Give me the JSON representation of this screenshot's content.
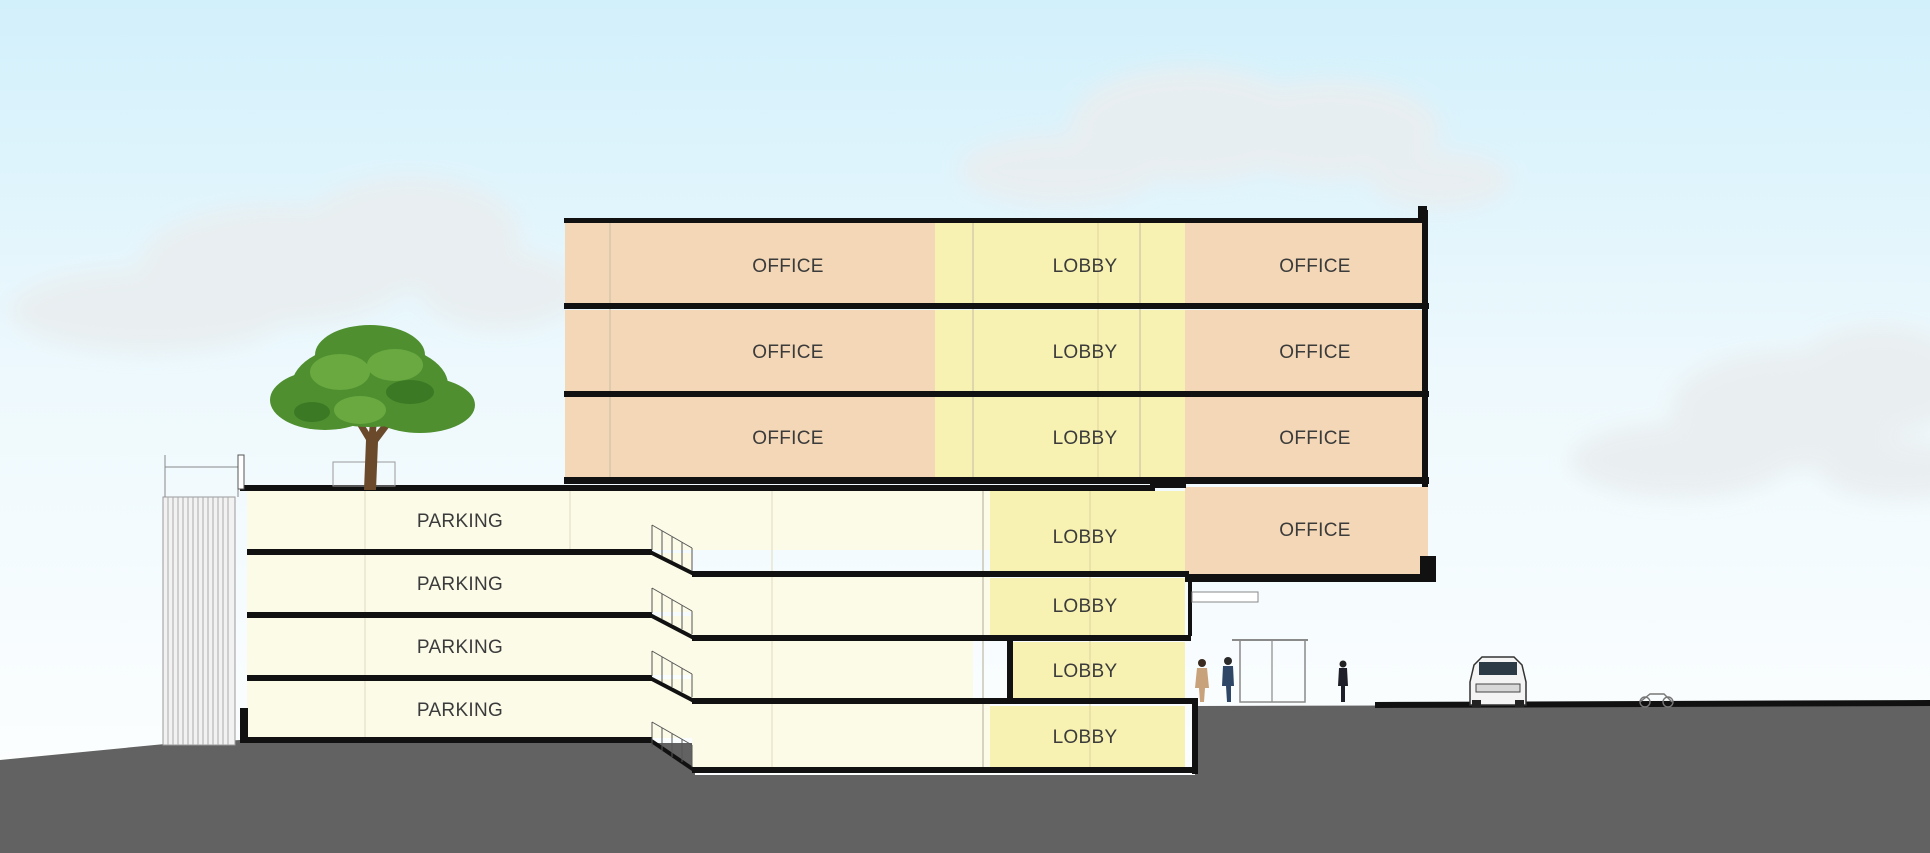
{
  "diagram": {
    "kind": "building-section",
    "colors": {
      "sky_top": "#d2f0fb",
      "sky_bottom": "#ffffff",
      "ground": "#626262",
      "office_fill": "#f3d7b6",
      "lobby_fill": "#f7f1b2",
      "parking_fill": "#fcfbe8",
      "slab": "#111111",
      "tree_foliage": "#4f8f2f"
    },
    "rooms": [
      {
        "id": "office-l3-left",
        "type": "office",
        "label": "OFFICE"
      },
      {
        "id": "lobby-l3",
        "type": "lobby",
        "label": "LOBBY"
      },
      {
        "id": "office-l3-right",
        "type": "office",
        "label": "OFFICE"
      },
      {
        "id": "office-l2-left",
        "type": "office",
        "label": "OFFICE"
      },
      {
        "id": "lobby-l2",
        "type": "lobby",
        "label": "LOBBY"
      },
      {
        "id": "office-l2-right",
        "type": "office",
        "label": "OFFICE"
      },
      {
        "id": "office-l1-left",
        "type": "office",
        "label": "OFFICE"
      },
      {
        "id": "lobby-l1",
        "type": "lobby",
        "label": "LOBBY"
      },
      {
        "id": "office-l1-right",
        "type": "office",
        "label": "OFFICE"
      },
      {
        "id": "parking-p1",
        "type": "parking",
        "label": "PARKING"
      },
      {
        "id": "lobby-p1",
        "type": "lobby",
        "label": "LOBBY"
      },
      {
        "id": "office-p1",
        "type": "office",
        "label": "OFFICE"
      },
      {
        "id": "parking-p2",
        "type": "parking",
        "label": "PARKING"
      },
      {
        "id": "lobby-p2",
        "type": "lobby",
        "label": "LOBBY"
      },
      {
        "id": "parking-p3",
        "type": "parking",
        "label": "PARKING"
      },
      {
        "id": "lobby-p3",
        "type": "lobby",
        "label": "LOBBY"
      },
      {
        "id": "parking-p4",
        "type": "parking",
        "label": "PARKING"
      },
      {
        "id": "lobby-p4",
        "type": "lobby",
        "label": "LOBBY"
      }
    ]
  }
}
